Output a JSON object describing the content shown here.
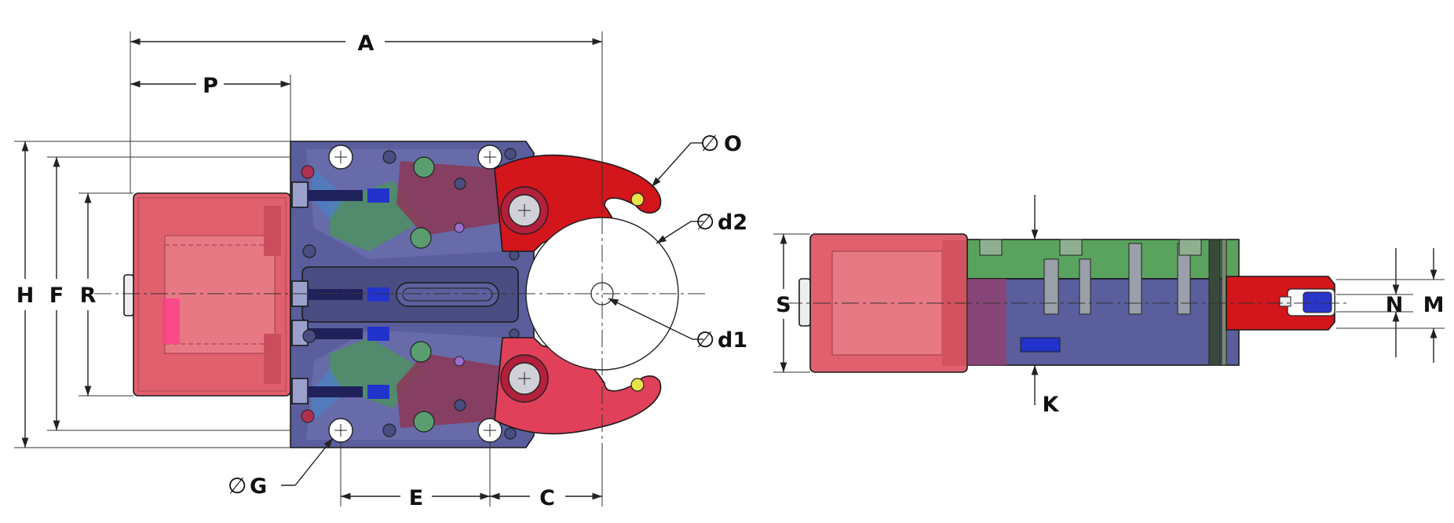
{
  "drawing": {
    "front_view": {
      "dimensions": {
        "A": "A",
        "P": "P",
        "H": "H",
        "F": "F",
        "R": "R",
        "E": "E",
        "C": "C",
        "G": "G",
        "O": "O",
        "d1": "d1",
        "d2": "d2"
      },
      "diameter_symbol": "∅"
    },
    "side_view": {
      "dimensions": {
        "S": "S",
        "K": "K",
        "N": "N",
        "M": "M"
      }
    },
    "colors": {
      "cylinder": "#e0606e",
      "body": "#5a5e9c",
      "jaw": "#d3151c",
      "linkage": "#4d8f63",
      "pin": "#e8e24a",
      "screw": "#2233cc",
      "side_top": "#5aa35e"
    }
  }
}
